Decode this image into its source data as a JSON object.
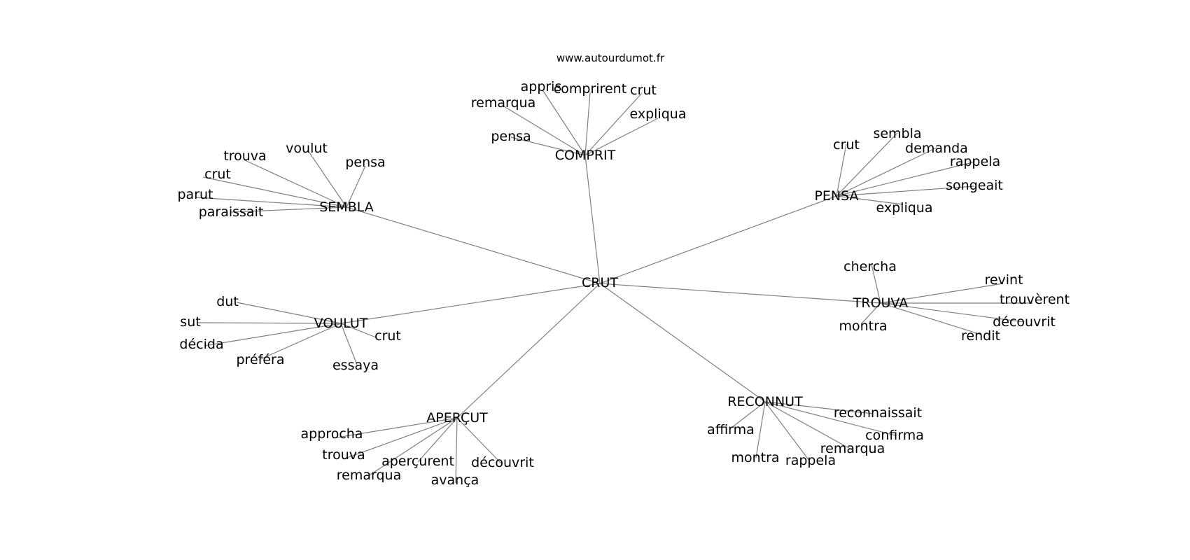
{
  "watermark": "www.autourdumot.fr",
  "root": "CRUT",
  "clusters": [
    {
      "word": "COMPRIT",
      "neighbors": [
        "appris",
        "comprirent",
        "crut",
        "remarqua",
        "expliqua",
        "pensa"
      ]
    },
    {
      "word": "PENSA",
      "neighbors": [
        "crut",
        "sembla",
        "demanda",
        "rappela",
        "songeait",
        "expliqua"
      ]
    },
    {
      "word": "SEMBLA",
      "neighbors": [
        "trouva",
        "voulut",
        "pensa",
        "crut",
        "parut",
        "paraissait"
      ]
    },
    {
      "word": "TROUVA",
      "neighbors": [
        "chercha",
        "revint",
        "trouvèrent",
        "montra",
        "découvrit",
        "rendit"
      ]
    },
    {
      "word": "VOULUT",
      "neighbors": [
        "dut",
        "sut",
        "crut",
        "décida",
        "préféra",
        "essaya"
      ]
    },
    {
      "word": "RECONNUT",
      "neighbors": [
        "reconnaissait",
        "affirma",
        "confirma",
        "remarqua",
        "montra",
        "rappela"
      ]
    },
    {
      "word": "APERÇUT",
      "neighbors": [
        "approcha",
        "trouva",
        "aperçurent",
        "découvrit",
        "remarqua",
        "avança"
      ]
    }
  ]
}
